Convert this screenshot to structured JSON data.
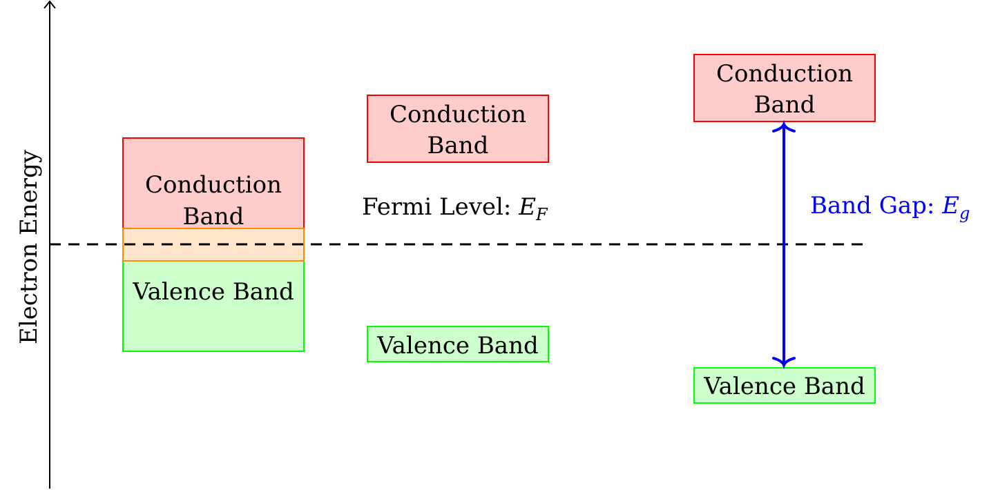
{
  "axis": {
    "label": "Electron Energy"
  },
  "fermi": {
    "label": "Fermi Level: ",
    "symbol": "E",
    "subscript": "F"
  },
  "metal": {
    "conduction": {
      "line1": "Conduction",
      "line2": "Band"
    },
    "valence": {
      "label": "Valence Band"
    }
  },
  "semiconductor": {
    "conduction": {
      "line1": "Conduction",
      "line2": "Band"
    },
    "valence": {
      "label": "Valence Band"
    }
  },
  "insulator": {
    "conduction": {
      "line1": "Conduction",
      "line2": "Band"
    },
    "valence": {
      "label": "Valence Band"
    },
    "gap": {
      "label": "Band Gap: ",
      "symbol": "E",
      "subscript": "g"
    }
  },
  "colors": {
    "conduction_fill": "#ffcccc",
    "conduction_stroke": "#ff0000",
    "valence_fill": "#ccffcc",
    "valence_stroke": "#00ff00",
    "overlap_fill": "#ffe5cc",
    "overlap_stroke": "#ff8c00",
    "gap_arrow": "#0000ff"
  }
}
